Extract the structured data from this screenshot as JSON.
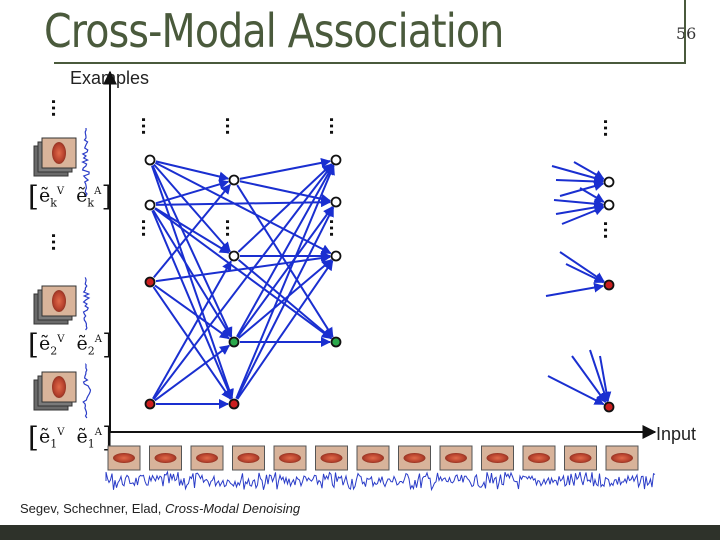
{
  "slide": {
    "title": "Cross-Modal Association",
    "page_number": "56",
    "examples_label": "Examples",
    "input_label": "Input",
    "citation_authors": "Segev, Schechner, Elad, ",
    "citation_title": "Cross-Modal Denoising",
    "accent_color": "#4a5a3c",
    "footer_color": "#2e322a"
  },
  "example_vectors": [
    {
      "index": "k",
      "v": "V",
      "a": "A"
    },
    {
      "index": "2",
      "v": "V",
      "a": "A"
    },
    {
      "index": "1",
      "v": "V",
      "a": "A"
    }
  ],
  "diagram": {
    "arrow_color": "#1a2fd0",
    "node_colors": {
      "default": "#ffffff",
      "red": "#cc1f1f",
      "green": "#2aa84a"
    },
    "ellipsis": "…",
    "input_frames": 13
  }
}
